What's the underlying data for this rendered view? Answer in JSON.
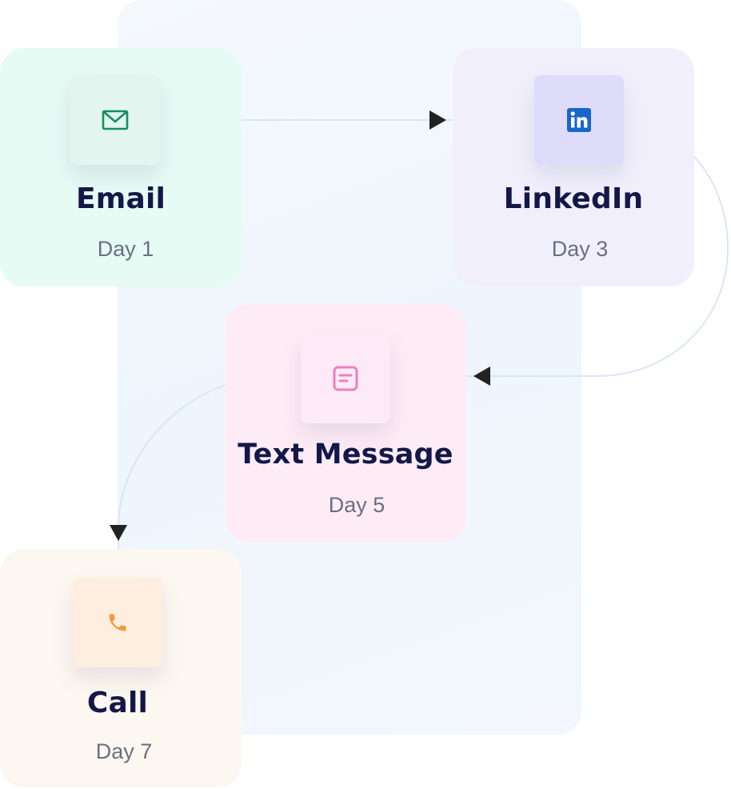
{
  "steps": [
    {
      "id": "email",
      "title": "Email",
      "day": "Day 1",
      "icon": "envelope-icon",
      "color": "#10915e"
    },
    {
      "id": "linkedin",
      "title": "LinkedIn",
      "day": "Day 3",
      "icon": "linkedin-icon",
      "color": "#1966c9"
    },
    {
      "id": "text",
      "title": "Text Message",
      "day": "Day 5",
      "icon": "message-icon",
      "color": "#f27dc0"
    },
    {
      "id": "call",
      "title": "Call",
      "day": "Day 7",
      "icon": "phone-icon",
      "color": "#f59a3c"
    }
  ],
  "colors": {
    "title": "#141848",
    "day": "#6b6e80",
    "connector": "#d9e6f5",
    "arrow": "#222222"
  }
}
